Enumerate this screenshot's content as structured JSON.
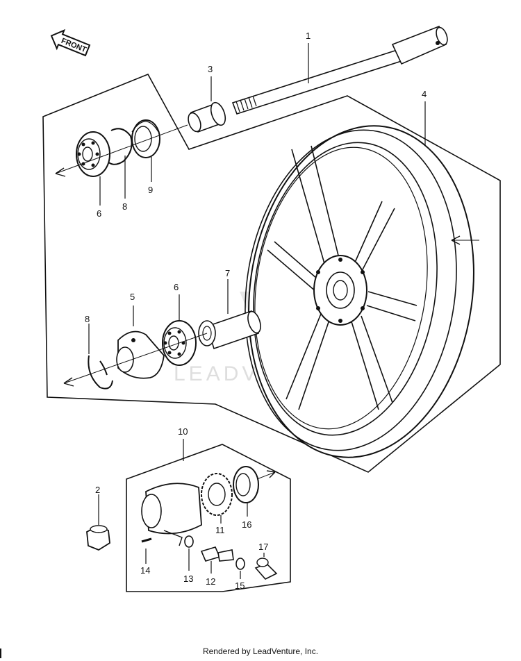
{
  "front_label": "FRONT",
  "watermark": "LEADVENTURE",
  "footer": "Rendered by LeadVenture, Inc.",
  "callouts": [
    {
      "id": "1",
      "text": "1"
    },
    {
      "id": "2",
      "text": "2"
    },
    {
      "id": "3",
      "text": "3"
    },
    {
      "id": "4",
      "text": "4"
    },
    {
      "id": "5",
      "text": "5"
    },
    {
      "id": "6a",
      "text": "6"
    },
    {
      "id": "6b",
      "text": "6"
    },
    {
      "id": "7",
      "text": "7"
    },
    {
      "id": "8a",
      "text": "8"
    },
    {
      "id": "8b",
      "text": "8"
    },
    {
      "id": "9",
      "text": "9"
    },
    {
      "id": "10",
      "text": "10"
    },
    {
      "id": "11",
      "text": "11"
    },
    {
      "id": "12",
      "text": "12"
    },
    {
      "id": "13",
      "text": "13"
    },
    {
      "id": "14",
      "text": "14"
    },
    {
      "id": "15",
      "text": "15"
    },
    {
      "id": "16",
      "text": "16"
    },
    {
      "id": "17",
      "text": "17"
    }
  ]
}
